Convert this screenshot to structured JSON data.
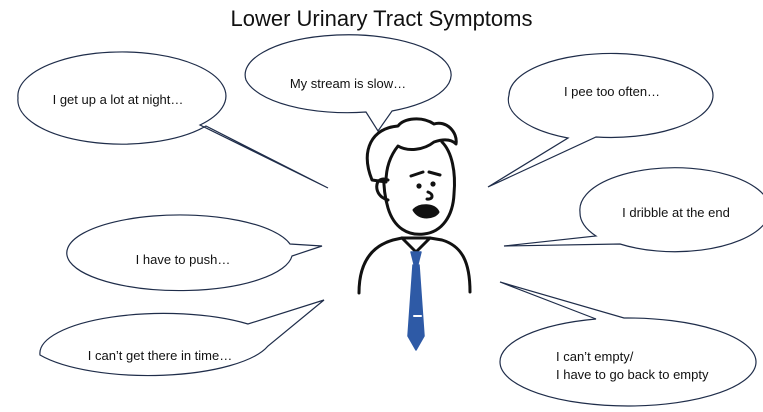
{
  "title": "Lower Urinary Tract Symptoms",
  "bubbles": [
    {
      "id": "night",
      "lines": [
        "I get up a lot at night…"
      ]
    },
    {
      "id": "stream",
      "lines": [
        "My stream is slow…"
      ]
    },
    {
      "id": "often",
      "lines": [
        "I pee too often…"
      ]
    },
    {
      "id": "dribble",
      "lines": [
        "I dribble at the end"
      ]
    },
    {
      "id": "push",
      "lines": [
        "I have to push…"
      ]
    },
    {
      "id": "time",
      "lines": [
        "I can’t get there in time…"
      ]
    },
    {
      "id": "empty",
      "lines": [
        "I can’t empty/",
        "I have to go back to empty"
      ]
    }
  ],
  "colors": {
    "outline": "#1f2d4a",
    "tie": "#2e5aa6",
    "text": "#111111"
  }
}
